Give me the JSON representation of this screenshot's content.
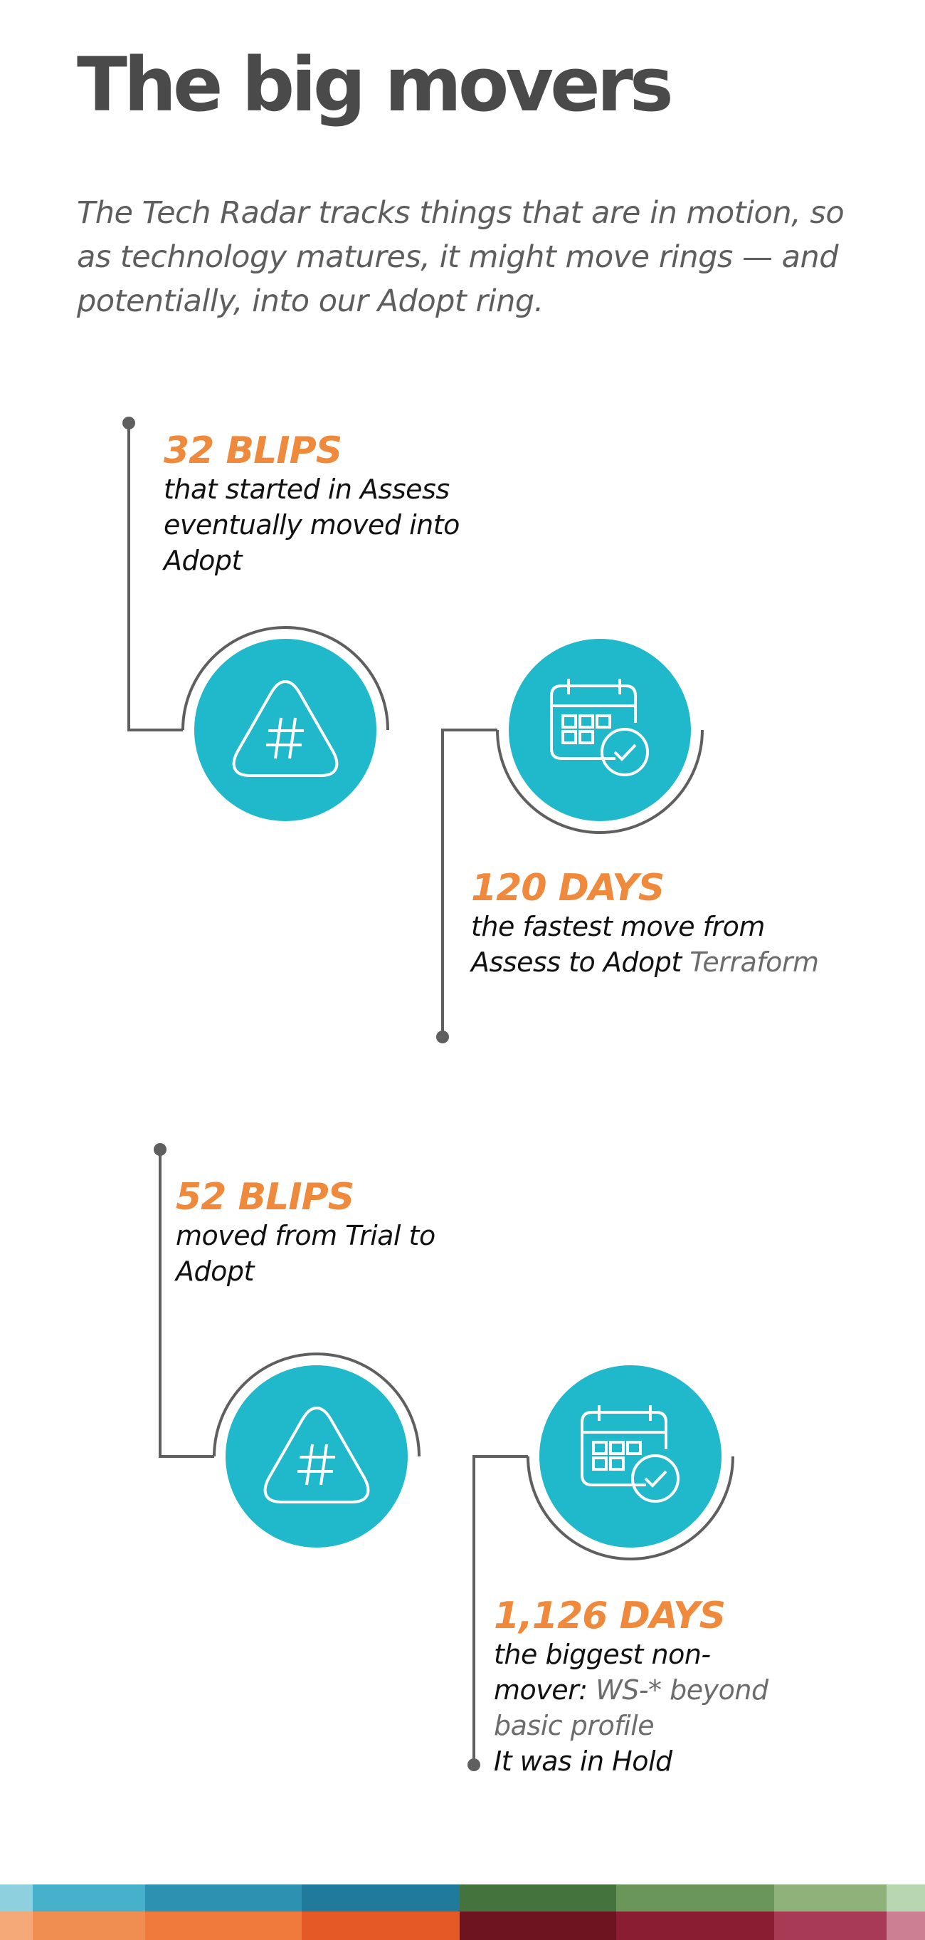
{
  "page": {
    "title": "The big movers",
    "intro": "The Tech Radar tracks things that are in motion, so as technology matures, it might move rings — and potentially, into our Adopt ring."
  },
  "stats": [
    {
      "value": "32 BLIPS",
      "description": "that started in Assess eventually moved into Adopt",
      "icon": "hashtag-triangle-icon"
    },
    {
      "value": "120 DAYS",
      "description": "the fastest move from Assess to Adopt ",
      "highlight": "Terraform",
      "icon": "calendar-check-icon"
    },
    {
      "value": "52 BLIPS",
      "description": " moved from Trial to Adopt",
      "icon": "hashtag-triangle-icon"
    },
    {
      "value": "1,126 DAYS",
      "description_before": "the biggest non-mover: ",
      "highlight": "WS-* beyond basic profile",
      "description_after": "It was in Hold",
      "icon": "calendar-check-icon"
    }
  ],
  "colors": {
    "accent_orange": "#ef8a3c",
    "circle_teal": "#1fb9cb",
    "title_gray": "#4a4a4a",
    "connector_gray": "#5f5f5f"
  },
  "footer_stripes": {
    "top": [
      "#8fd0de",
      "#47b0cb",
      "#2d91b2",
      "#1f7a9c",
      "#44733e",
      "#6b9659",
      "#8fb27a",
      "#b8d6b0"
    ],
    "bottom": [
      "#f5a878",
      "#f08e52",
      "#ef7a3b",
      "#e55a24",
      "#6e1420",
      "#8b1d32",
      "#a83a55",
      "#cc7f92"
    ]
  }
}
